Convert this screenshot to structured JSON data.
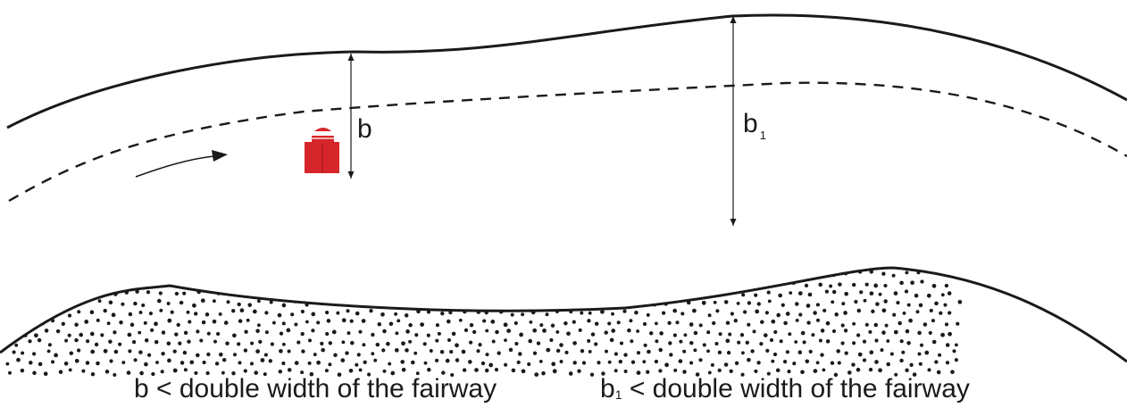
{
  "labels": {
    "b": "b",
    "b1_main": "b",
    "b1_sub": "1"
  },
  "captions": {
    "left": "b < double width of the fairway",
    "right_var": "b",
    "right_sub": "1",
    "right_rest": " < double width of the fairway"
  },
  "colors": {
    "ink": "#1a1a1a",
    "buoy": "#d6262b",
    "buoy_dark": "#9e1a1e",
    "dots": "#1a1a1a"
  },
  "icons": {
    "buoy": "buoy-icon",
    "flow_arrow": "arrow-icon"
  }
}
